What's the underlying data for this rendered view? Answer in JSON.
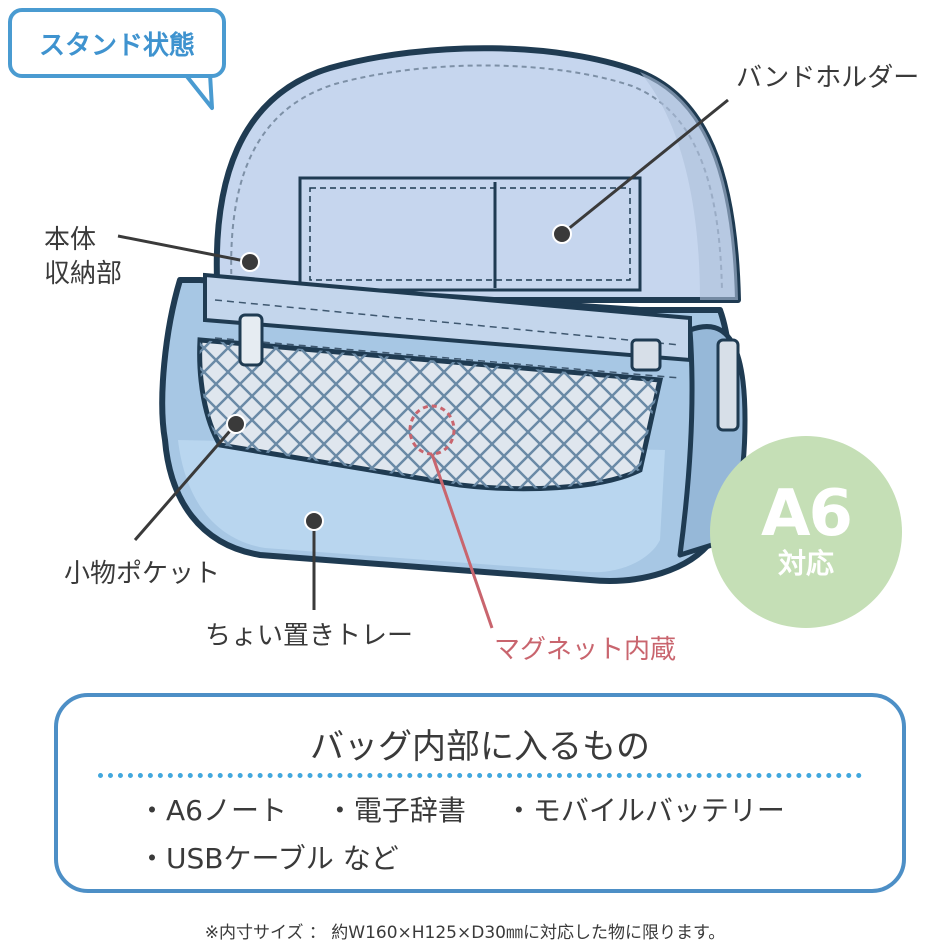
{
  "bubble": {
    "text": "スタンド状態"
  },
  "labels": {
    "band_holder": "バンドホルダー",
    "main_storage_line1": "本体",
    "main_storage_line2": "収納部",
    "small_pocket": "小物ポケット",
    "tray": "ちょい置きトレー",
    "magnet": "マグネット内蔵"
  },
  "badge": {
    "size": "A6",
    "text": "対応"
  },
  "contents": {
    "title": "バッグ内部に入るもの",
    "items_row1": [
      "・A6ノート",
      "・電子辞書",
      "・モバイルバッテリー"
    ],
    "items_row2": [
      "・USBケーブル など"
    ]
  },
  "note": "※内寸サイズ ： 約W160×H125×D30㎜に対応した物に限ります。",
  "colors": {
    "outline": "#1f3b52",
    "bag_light": "#a9cbe8",
    "bag_inner": "#c9d8ef",
    "accent_blue": "#4a9bd1",
    "magnet_red": "#c9656e",
    "badge_green": "#c5dfb6",
    "dotted_line": "#41a7dd"
  }
}
